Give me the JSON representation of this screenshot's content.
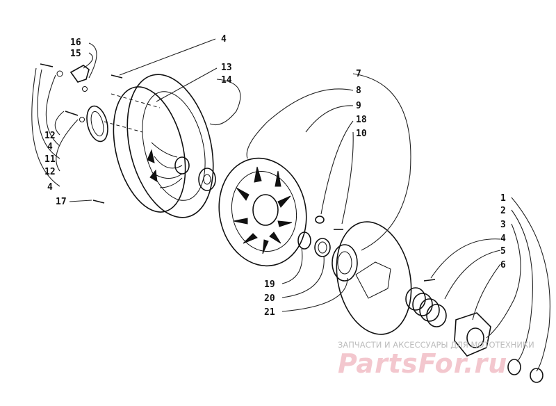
{
  "callouts": [
    {
      "id": "c16a",
      "text": "16"
    },
    {
      "id": "c15",
      "text": "15"
    },
    {
      "id": "c4a",
      "text": "4"
    },
    {
      "id": "c13",
      "text": "13"
    },
    {
      "id": "c14",
      "text": "14"
    },
    {
      "id": "c7",
      "text": "7"
    },
    {
      "id": "c8",
      "text": "8"
    },
    {
      "id": "c9",
      "text": "9"
    },
    {
      "id": "c18",
      "text": "18"
    },
    {
      "id": "c10",
      "text": "10"
    },
    {
      "id": "c12a",
      "text": "12"
    },
    {
      "id": "c4b",
      "text": "4"
    },
    {
      "id": "c11",
      "text": "11"
    },
    {
      "id": "c12b",
      "text": "12"
    },
    {
      "id": "c4c",
      "text": "4"
    },
    {
      "id": "c17",
      "text": "17"
    },
    {
      "id": "c1",
      "text": "1"
    },
    {
      "id": "c2",
      "text": "2"
    },
    {
      "id": "c3",
      "text": "3"
    },
    {
      "id": "c4d",
      "text": "4"
    },
    {
      "id": "c5",
      "text": "5"
    },
    {
      "id": "c6",
      "text": "6"
    },
    {
      "id": "c19",
      "text": "19"
    },
    {
      "id": "c20",
      "text": "20"
    },
    {
      "id": "c21",
      "text": "21"
    }
  ],
  "watermark": {
    "caption": "ЗАПЧАСТИ И АКСЕССУАРЫ ДЛЯ МОТОТЕХНИКИ",
    "logo": "PartsFor.ru",
    "color": "#f3c7ce"
  }
}
